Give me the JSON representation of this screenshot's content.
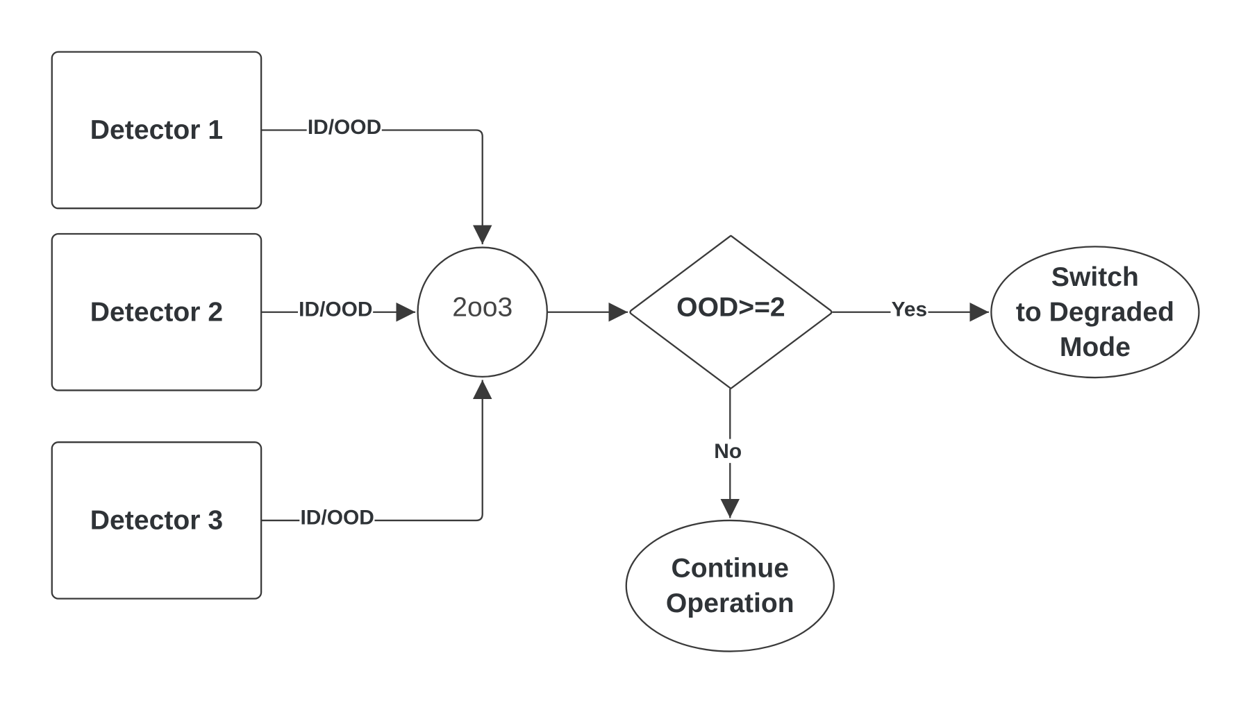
{
  "detectors": [
    {
      "label": "Detector 1"
    },
    {
      "label": "Detector 2"
    },
    {
      "label": "Detector 3"
    }
  ],
  "edges": {
    "detector1_out": "ID/OOD",
    "detector2_out": "ID/OOD",
    "detector3_out": "ID/OOD",
    "yes": "Yes",
    "no": "No"
  },
  "voter": {
    "label": "2oo3"
  },
  "decision": {
    "label": "OOD>=2"
  },
  "outcomes": {
    "yes": "Switch\nto Degraded\nMode",
    "no": "Continue\nOperation"
  },
  "colors": {
    "stroke": "#3a3a3a",
    "text": "#2f3337",
    "background": "#ffffff"
  }
}
